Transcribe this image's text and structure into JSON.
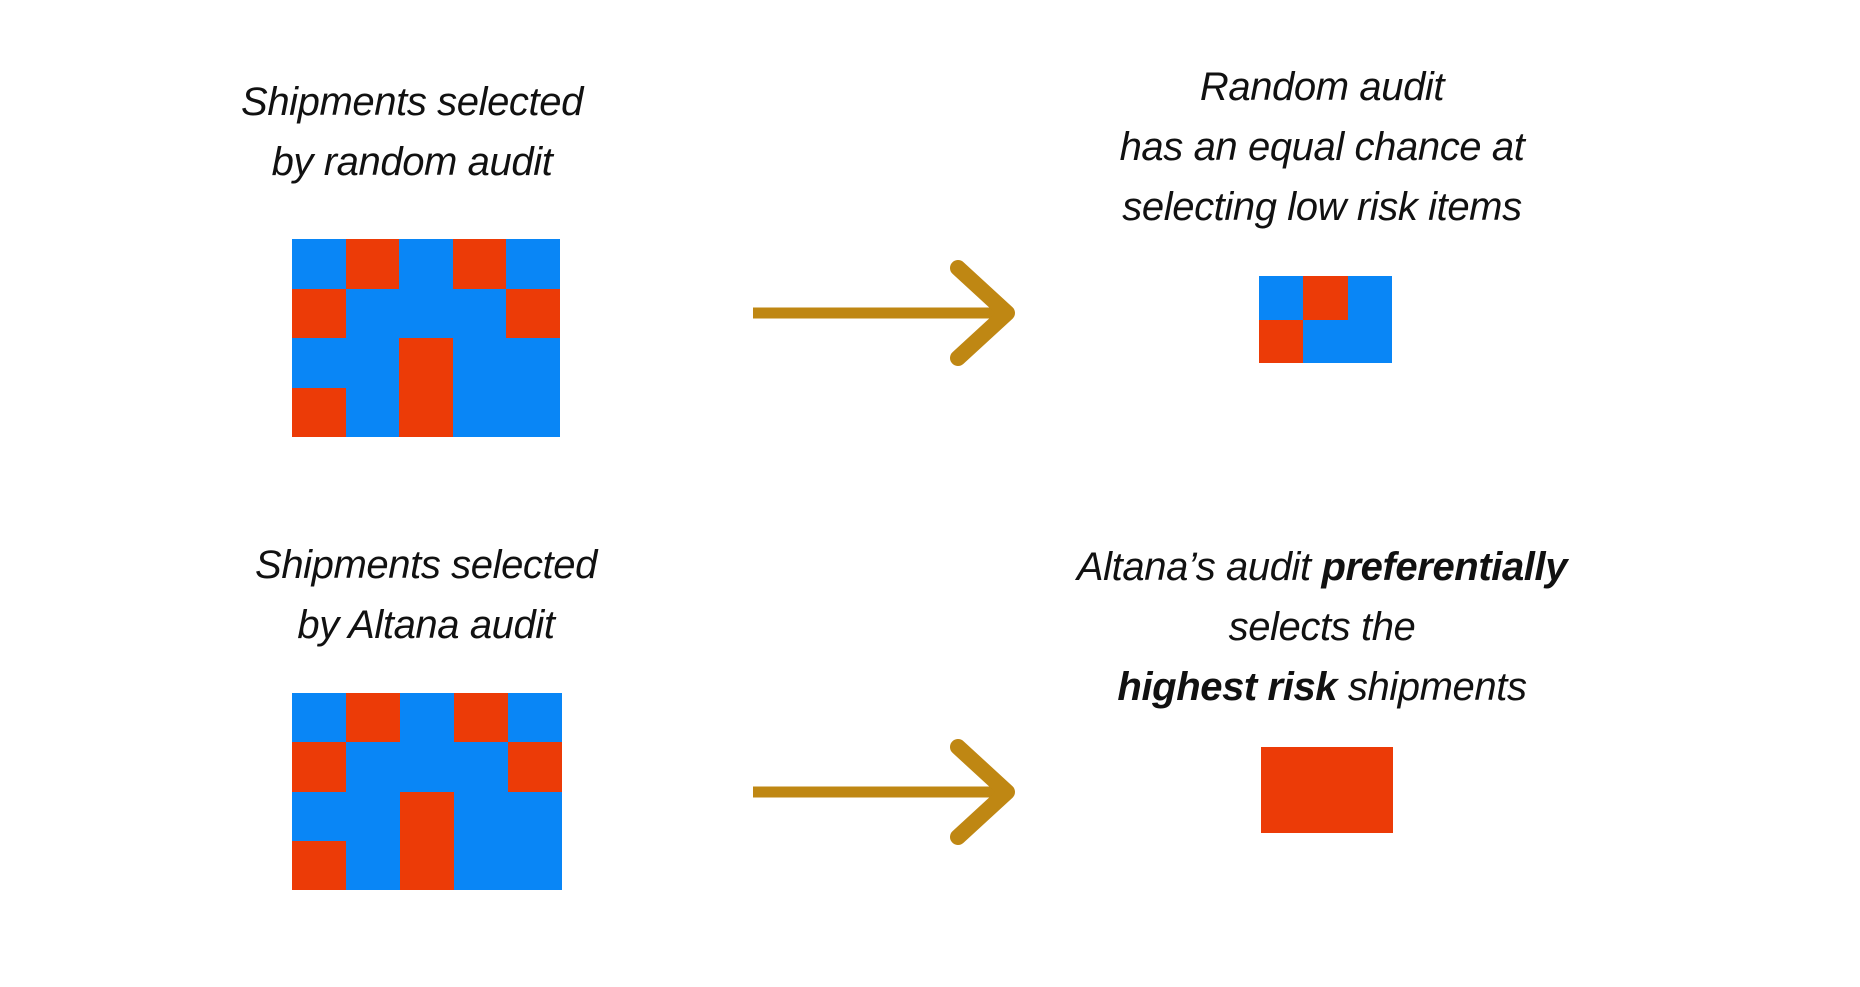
{
  "colors": {
    "background": "#ffffff",
    "blue": "#0986f6",
    "red": "#ec3b07",
    "arrow": "#bf8713",
    "text": "#111111"
  },
  "cell_color_key": {
    "B": "blue",
    "R": "red"
  },
  "random": {
    "shipments_label": {
      "lines": [
        "Shipments selected",
        "by random audit"
      ]
    },
    "shipments_grid": {
      "rows": [
        "BRBRB",
        "RBBBR",
        "BBRBB",
        "RBRBB"
      ]
    },
    "result_label": {
      "lines": [
        "Random audit",
        "has an equal chance at",
        "selecting low risk items"
      ]
    },
    "result_grid": {
      "rows": [
        "BRB",
        "RBB"
      ]
    }
  },
  "altana": {
    "shipments_label": {
      "lines": [
        "Shipments selected",
        "by Altana audit"
      ]
    },
    "shipments_grid": {
      "rows": [
        "BRBRB",
        "RBBBR",
        "BBRBB",
        "RBRBB"
      ]
    },
    "result_label": {
      "lines": [
        {
          "segments": [
            {
              "text": "Altana’s audit ",
              "bold": false
            },
            {
              "text": "preferentially",
              "bold": true
            }
          ]
        },
        {
          "segments": [
            {
              "text": "selects the",
              "bold": false
            }
          ]
        },
        {
          "segments": [
            {
              "text": "highest risk",
              "bold": true
            },
            {
              "text": " shipments",
              "bold": false
            }
          ]
        }
      ]
    },
    "result_rect_color": "red"
  }
}
